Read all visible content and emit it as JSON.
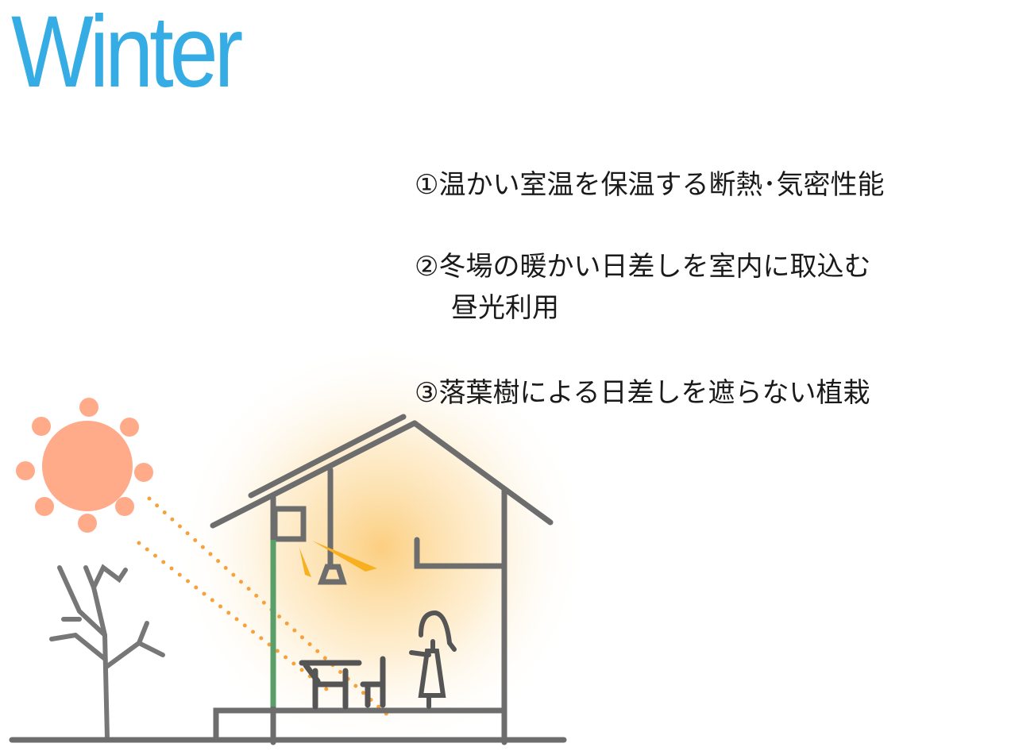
{
  "title": "Winter",
  "points": [
    {
      "label": "①温かい室温を保温する断熱･気密性能"
    },
    {
      "label": "②冬場の暖かい日差しを室内に取込む",
      "continuation": "昼光利用"
    },
    {
      "label": "③落葉樹による日差しを遮らない植栽"
    }
  ],
  "colors": {
    "title": "#35ade4",
    "sun": "#ffaa88",
    "sunlight": "#f5a23c",
    "lines": "#666666",
    "insulation": "#5a9e6a",
    "glow": "#fbc66a"
  }
}
